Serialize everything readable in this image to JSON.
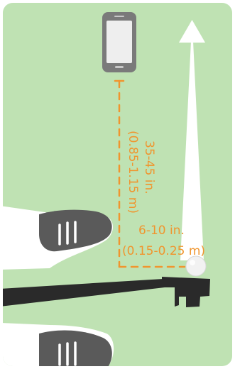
{
  "diagram": {
    "labels": {
      "distance_to_ball_imperial": "35-45 in.",
      "distance_to_ball_metric": "(0.85-1.15 m)",
      "ball_offset_imperial": "6-10 in.",
      "ball_offset_metric": "(0.15-0.25 m)"
    },
    "colors": {
      "grass": "#bfe2b3",
      "measure": "#f0952e",
      "arrow": "#ffffff",
      "club": "#2a2a2a",
      "shoe": "#5a5a5a",
      "phone": "#7a7a7a",
      "ball": "#f2f2f2"
    },
    "icons": [
      "phone-icon",
      "direction-arrow-icon",
      "shoe-icon",
      "golf-ball-icon",
      "golf-club-icon"
    ]
  }
}
